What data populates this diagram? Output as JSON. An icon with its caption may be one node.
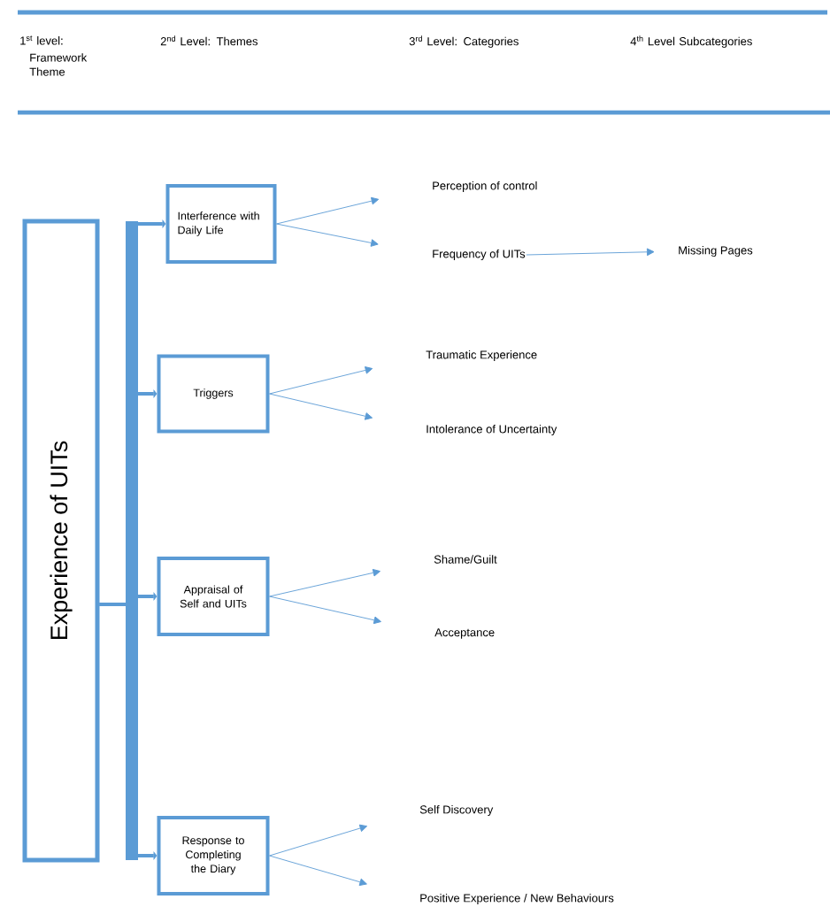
{
  "diagram": {
    "nodes": [
      {
        "text": [
          "Experience of UITs"
        ]
      },
      {
        "text": [
          "Interference with Daily Life"
        ]
      },
      {
        "text": [
          "Perception of control"
        ]
      },
      {
        "text": [
          "Frequency of UITs"
        ]
      },
      {
        "text": [
          "Missing Pages"
        ]
      },
      {
        "text": [
          "Triggers"
        ]
      },
      {
        "text": [
          "Traumatic Experience"
        ]
      },
      {
        "text": [
          "Intolerance of Uncertainty"
        ]
      },
      {
        "text": [
          "Appraisal of Self and UITs"
        ]
      },
      {
        "text": [
          "Shame/Guilt"
        ]
      },
      {
        "text": [
          "Acceptance"
        ]
      },
      {
        "text": [
          "Response to Completing the Diary"
        ]
      },
      {
        "text": [
          "Self Discovery"
        ]
      },
      {
        "text": [
          "Positive Experience / New Behaviours"
        ]
      }
    ],
    "edges": [
      {
        "from": 0,
        "to": 1,
        "arrow": "to",
        "style": "thick"
      },
      {
        "from": 0,
        "to": 5,
        "arrow": "to",
        "style": "thick"
      },
      {
        "from": 0,
        "to": 8,
        "arrow": "to",
        "style": "thick"
      },
      {
        "from": 0,
        "to": 11,
        "arrow": "to",
        "style": "thick"
      },
      {
        "from": 1,
        "to": 2,
        "arrow": "to"
      },
      {
        "from": 1,
        "to": 3,
        "arrow": "to"
      },
      {
        "from": 3,
        "to": 4,
        "arrow": "to"
      },
      {
        "from": 5,
        "to": 6,
        "arrow": "to"
      },
      {
        "from": 5,
        "to": 7,
        "arrow": "to"
      },
      {
        "from": 8,
        "to": 9,
        "arrow": "to"
      },
      {
        "from": 8,
        "to": 10,
        "arrow": "to"
      },
      {
        "from": 11,
        "to": 12,
        "arrow": "to"
      },
      {
        "from": 11,
        "to": 13,
        "arrow": "to"
      }
    ],
    "labels": [
      "1$^{st}$ level:",
      "Framework Theme",
      "2$^{nd}$ Level: Themes",
      "3$^{rd}$ Level: Categories",
      "4$^{th}$ Level Subcategories"
    ]
  }
}
